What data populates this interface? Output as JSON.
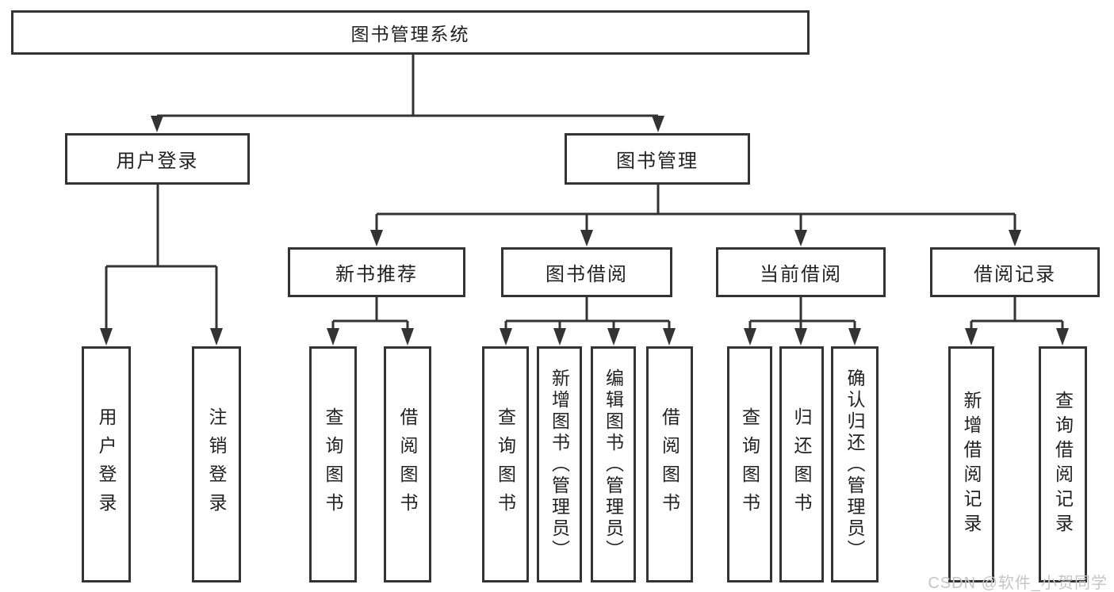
{
  "diagram": {
    "line_color": "#333333",
    "text_color": "#222222",
    "tree": {
      "label": "图书管理系统",
      "children": [
        {
          "label": "用户登录",
          "children": [
            {
              "label": "用户登录"
            },
            {
              "label": "注销登录"
            }
          ]
        },
        {
          "label": "图书管理",
          "children": [
            {
              "label": "新书推荐",
              "children": [
                {
                  "label": "查询图书"
                },
                {
                  "label": "借阅图书"
                }
              ]
            },
            {
              "label": "图书借阅",
              "children": [
                {
                  "label": "查询图书"
                },
                {
                  "label": "新增图书（管理员）"
                },
                {
                  "label": "编辑图书（管理员）"
                },
                {
                  "label": "借阅图书"
                }
              ]
            },
            {
              "label": "当前借阅",
              "children": [
                {
                  "label": "查询图书"
                },
                {
                  "label": "归还图书"
                },
                {
                  "label": "确认归还（管理员）"
                }
              ]
            },
            {
              "label": "借阅记录",
              "children": [
                {
                  "label": "新增借阅记录"
                },
                {
                  "label": "查询借阅记录"
                }
              ]
            }
          ]
        }
      ]
    },
    "watermark": {
      "text": "CSDN @软件_小贺同学",
      "color": "#c6c6c6"
    }
  }
}
